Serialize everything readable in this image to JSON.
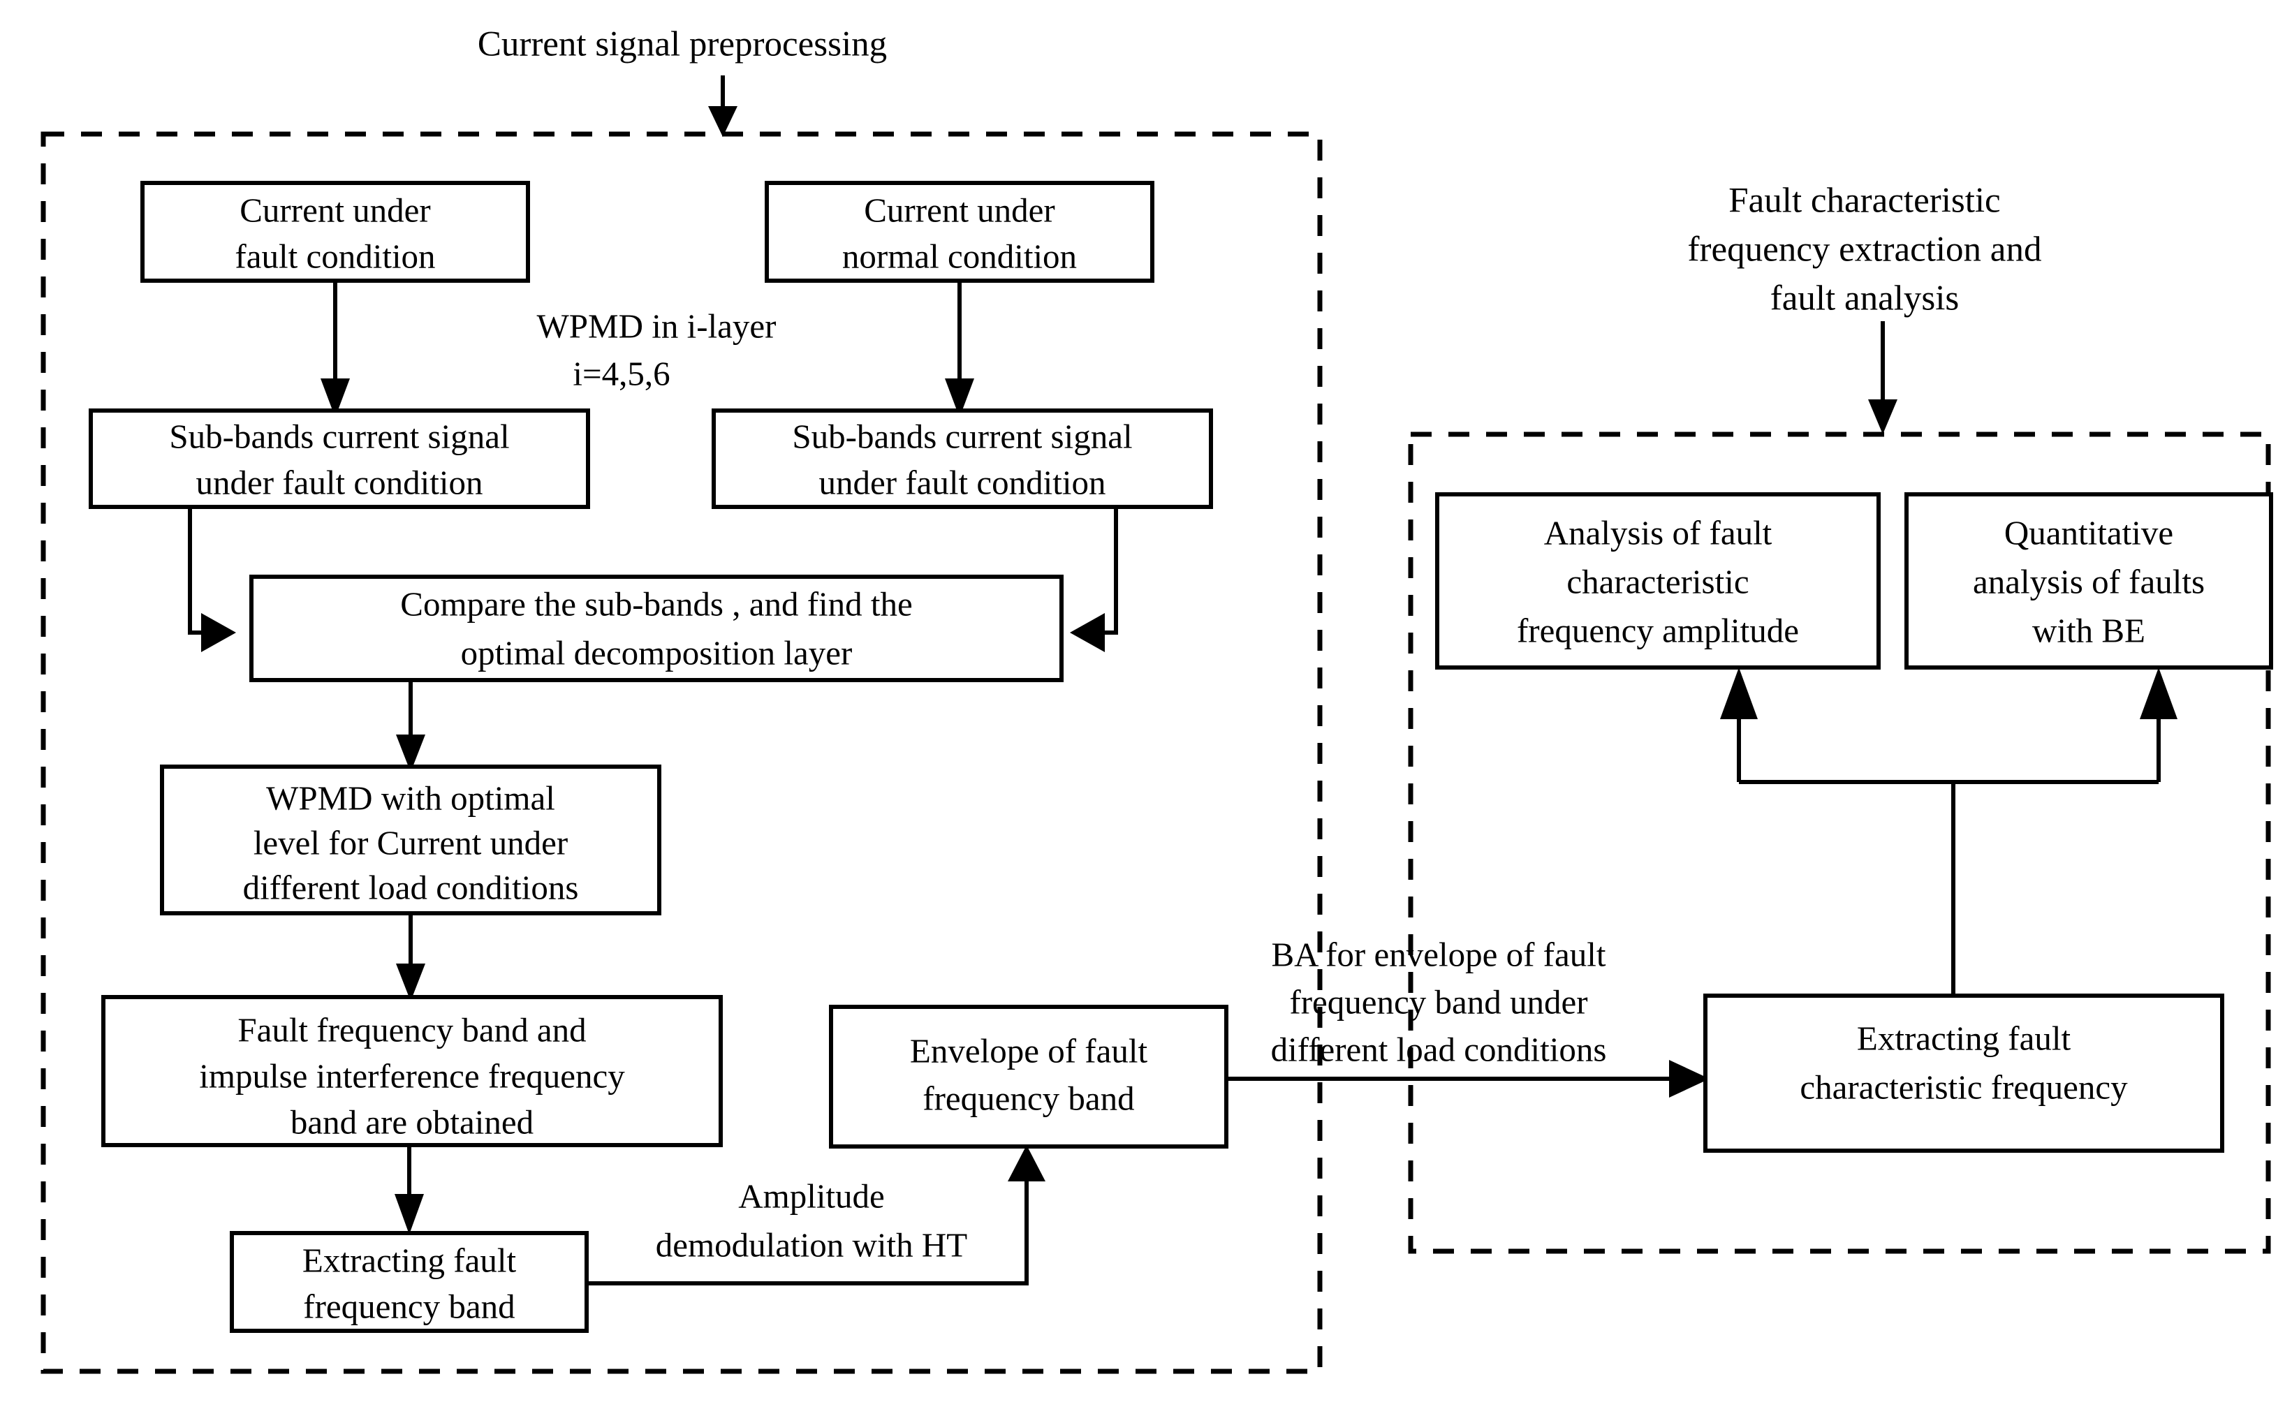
{
  "diagram": {
    "title_left": "Current signal preprocessing",
    "title_right_line1": "Fault characteristic",
    "title_right_line2": "frequency extraction and",
    "title_right_line3": "fault analysis",
    "nodes": {
      "current_fault": {
        "line1": "Current under",
        "line2": "fault condition"
      },
      "current_normal": {
        "line1": "Current under",
        "line2": "normal condition"
      },
      "subbands_fault_left": {
        "line1": "Sub-bands current signal",
        "line2": "under fault condition"
      },
      "subbands_fault_right": {
        "line1": "Sub-bands current signal",
        "line2": "under fault condition"
      },
      "compare_subbands": {
        "line1": "Compare the sub-bands , and find the",
        "line2": "optimal decomposition layer"
      },
      "wpmd_optimal": {
        "line1": "WPMD with optimal",
        "line2": "level for Current under",
        "line3": "different load conditions"
      },
      "fault_band_obtained": {
        "line1": "Fault frequency band and",
        "line2": "impulse interference frequency",
        "line3": "band are obtained"
      },
      "extracting_fault_band": {
        "line1": "Extracting fault",
        "line2": "frequency band"
      },
      "envelope_fault_band": {
        "line1": "Envelope of fault",
        "line2": "frequency band"
      },
      "analysis_amplitude": {
        "line1": "Analysis of fault",
        "line2": "characteristic",
        "line3": "frequency amplitude"
      },
      "quantitative_be": {
        "line1": "Quantitative",
        "line2": "analysis of faults",
        "line3": "with BE"
      },
      "extracting_char_freq": {
        "line1": "Extracting fault",
        "line2": "characteristic frequency"
      }
    },
    "edge_labels": {
      "wpmd_layer_line1": "WPMD in i-layer",
      "wpmd_layer_line2": "i=4,5,6",
      "amplitude_demod_line1": "Amplitude",
      "amplitude_demod_line2": "demodulation with HT",
      "ba_envelope_line1": "BA for envelope of fault",
      "ba_envelope_line2": "frequency band under",
      "ba_envelope_line3": "different load conditions"
    },
    "colors": {
      "stroke": "#000000",
      "fill": "#ffffff",
      "background": "#ffffff"
    }
  }
}
